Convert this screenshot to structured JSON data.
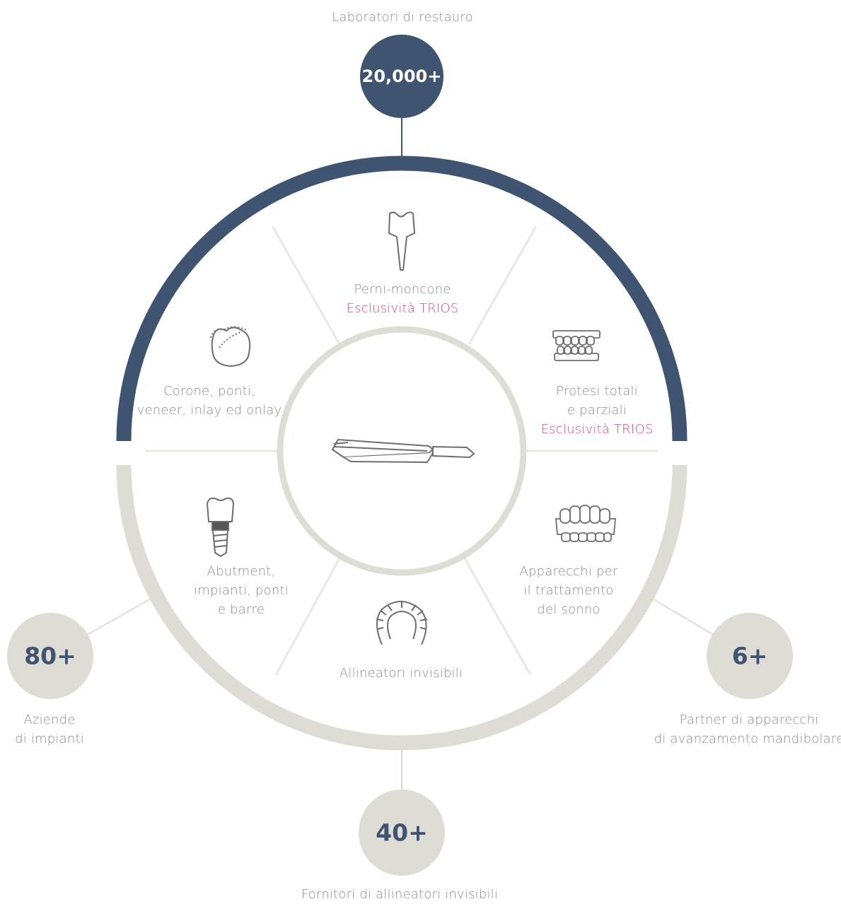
{
  "colors": {
    "navy": "#3e5470",
    "beige": "#deddd5",
    "accent": "#d9506f",
    "text": "#8b8b8b",
    "icon_stroke": "#6d6d6d"
  },
  "stats": {
    "top": {
      "value": "20,000+",
      "label": "Laboratori di restauro"
    },
    "left": {
      "value": "80+",
      "label_line1": "Aziende",
      "label_line2": "di impianti"
    },
    "right": {
      "value": "6+",
      "label_line1": "Partner di apparecchi",
      "label_line2": "di avanzamento mandibolare"
    },
    "bottom": {
      "value": "40+",
      "label": "Fornitori di allineatori invisibili"
    }
  },
  "segments": {
    "post_core": {
      "icon": "post-core-icon",
      "line1": "Perni-moncone",
      "accent": "Esclusività TRIOS"
    },
    "dentures": {
      "icon": "dentures-icon",
      "line1": "Protesi totali",
      "line2": "e parziali",
      "accent": "Esclusività TRIOS"
    },
    "crowns": {
      "icon": "crown-icon",
      "line1": "Corone, ponti,",
      "line2": "veneer, inlay ed onlay"
    },
    "implants": {
      "icon": "implant-icon",
      "line1": "Abutment,",
      "line2": "impianti, ponti",
      "line3": "e barre"
    },
    "aligners": {
      "icon": "aligner-icon",
      "line1": "Allineatori invisibili"
    },
    "sleep": {
      "icon": "sleep-appliance-icon",
      "line1": "Apparecchi per",
      "line2": "il trattamento",
      "line3": "del sonno"
    }
  },
  "center": {
    "icon": "intraoral-scanner-icon"
  }
}
